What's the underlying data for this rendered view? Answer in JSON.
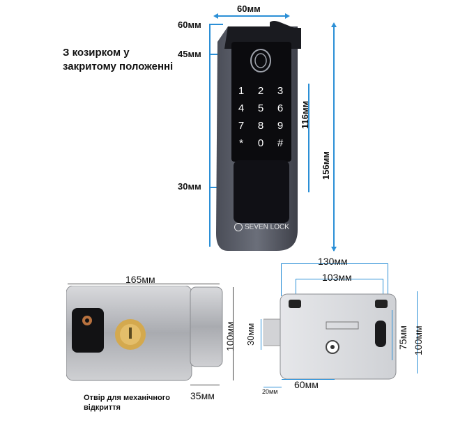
{
  "caption": {
    "line1": "З козирком у",
    "line2": "закритому положенні"
  },
  "keypad_lock": {
    "brand": "SEVEN LOCK",
    "keys": [
      "1",
      "2",
      "3",
      "4",
      "5",
      "6",
      "7",
      "8",
      "9",
      "*",
      "0",
      "#"
    ],
    "dims": {
      "width": "60мм",
      "top": "60мм",
      "mid": "45мм",
      "lower": "30мм",
      "keypad_height": "116мм",
      "total_height": "156мм"
    }
  },
  "rim_lock_front": {
    "dims": {
      "width": "165мм",
      "height": "100мм",
      "depth": "35мм"
    },
    "note": {
      "line1": "Отвір для механічного",
      "line2": "відкриття"
    }
  },
  "rim_lock_back": {
    "dims": {
      "width": "130мм",
      "holes": "103мм",
      "bolt": "30мм",
      "inner_height": "75мм",
      "height": "100мм",
      "backset": "60мм",
      "offset": "20мм"
    }
  }
}
